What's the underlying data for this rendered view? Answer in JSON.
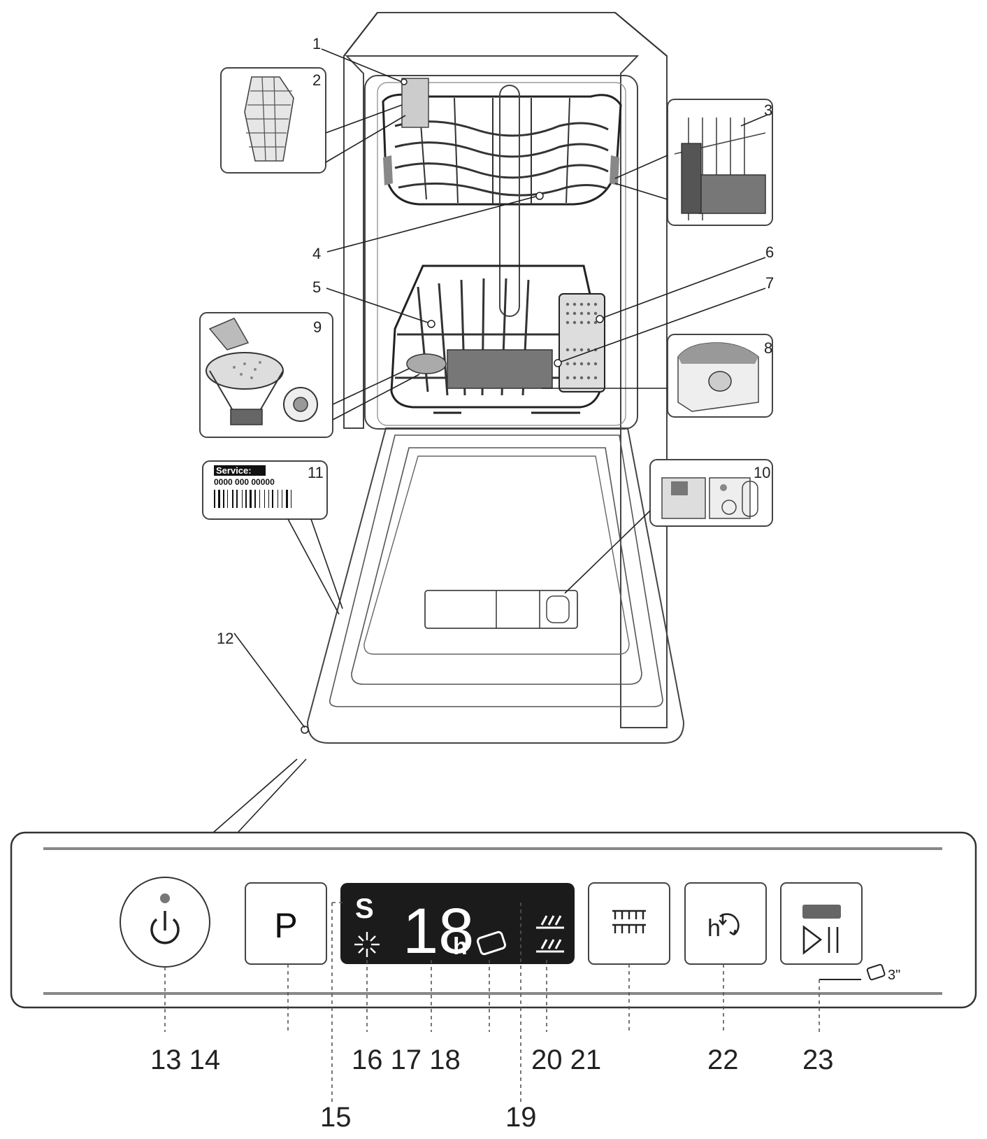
{
  "callouts": {
    "c1": "1",
    "c2": "2",
    "c3": "3",
    "c4": "4",
    "c5": "5",
    "c6": "6",
    "c7": "7",
    "c8": "8",
    "c9": "9",
    "c10": "10",
    "c11": "11",
    "c12": "12",
    "c13_14": "13 14",
    "c15": "15",
    "c16_17_18": "16 17 18",
    "c19": "19",
    "c20_21": "20 21",
    "c22": "22",
    "c23": "23"
  },
  "service_label": {
    "title": "Service:",
    "number": "0000 000 00000"
  },
  "panel": {
    "program_button": "P",
    "display_digits": "18",
    "display_hours": "h",
    "salt_symbol": "S",
    "hold_note": "3\""
  },
  "icons": {
    "power": "power-icon",
    "program": "program-button",
    "salt": "salt-indicator-icon",
    "rinse_aid": "rinse-aid-indicator-icon",
    "tablet": "tablet-icon",
    "half_load_upper": "upper-basket-icon",
    "half_load_lower": "lower-basket-icon",
    "delay": "delay-timer-icon",
    "start_pause": "start-pause-icon"
  },
  "colors": {
    "display_bg": "#1b1b1b",
    "display_fg": "#ffffff",
    "power_led": "#777777",
    "start_led": "#666666",
    "line": "#333333"
  }
}
